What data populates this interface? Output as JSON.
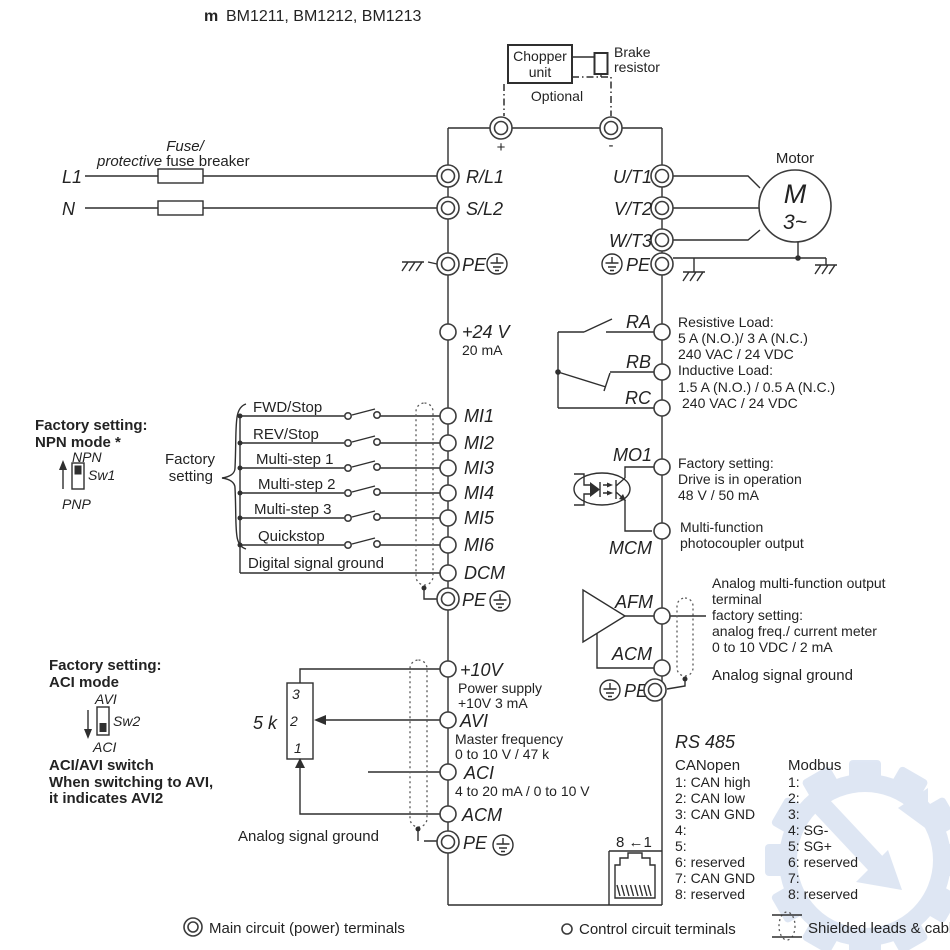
{
  "title": {
    "logo": "m",
    "models": "BM1211, BM1212, BM1213"
  },
  "optional_unit": {
    "chopper_line1": "Chopper",
    "chopper_line2": "unit",
    "brake_line1": "Brake",
    "brake_line2": "resistor",
    "optional": "Optional",
    "dc_plus": "+",
    "dc_minus": "-"
  },
  "mains": {
    "l1": "L1",
    "n": "N",
    "fuse_line1": "Fuse/",
    "fuse_italic": "protective",
    "fuse_rest": " fuse breaker"
  },
  "drive": {
    "r_l1": "R/L1",
    "s_l2": "S/L2",
    "pe_left": "PE",
    "u_t1": "U/T1",
    "v_t2": "V/T2",
    "w_t3": "W/T3",
    "pe_right": "PE",
    "p24v": "+24 V",
    "p24v_current": "20 mA",
    "dcm": "DCM",
    "pe_mid": "PE",
    "p10v": "+10V",
    "avi": "AVI",
    "aci": "ACI",
    "acm": "ACM",
    "pe_analog": "PE",
    "ra": "RA",
    "rb": "RB",
    "rc": "RC",
    "mo1": "MO1",
    "mcm": "MCM",
    "afm": "AFM",
    "acm_out": "ACM",
    "pe_out": "PE"
  },
  "motor": {
    "label": "Motor",
    "m": "M",
    "phase": "3~"
  },
  "digital_inputs": {
    "rows": [
      {
        "label": "FWD/Stop",
        "terminal": "MI1"
      },
      {
        "label": "REV/Stop",
        "terminal": "MI2"
      },
      {
        "label": "Multi-step 1",
        "terminal": "MI3"
      },
      {
        "label": "Multi-step 2",
        "terminal": "MI4"
      },
      {
        "label": "Multi-step 3",
        "terminal": "MI5"
      },
      {
        "label": "Quickstop",
        "terminal": "MI6"
      }
    ],
    "ground_label": "Digital signal ground",
    "brace_line1": "Factory",
    "brace_line2": "setting"
  },
  "sw1": {
    "title_line1": "Factory setting:",
    "title_line2": "NPN mode *",
    "upper": "NPN",
    "lower": "PNP",
    "name": "Sw1"
  },
  "sw2": {
    "title_line1": "Factory setting:",
    "title_line2": "ACI mode",
    "upper": "AVI",
    "lower": "ACI",
    "name": "Sw2",
    "note_line1": "ACI/AVI switch",
    "note_line2": "When switching to AVI,",
    "note_line3": "it indicates AVI2"
  },
  "relay": {
    "desc": [
      "Resistive Load:",
      "5 A (N.O.)/ 3 A (N.C.)",
      "240 VAC / 24 VDC",
      "Inductive Load:",
      "1.5 A (N.O.) / 0.5 A (N.C.)",
      "240 VAC / 24 VDC"
    ]
  },
  "mo1_block": {
    "desc": [
      "Factory setting:",
      "Drive is in operation",
      "48 V / 50 mA"
    ],
    "mcm_desc_line1": "Multi-function",
    "mcm_desc_line2": "photocoupler output"
  },
  "afm_block": {
    "desc": [
      "Analog multi-function output",
      "terminal",
      "factory setting:",
      "analog freq./ current meter",
      "0 to 10 VDC / 2 mA"
    ],
    "ground": "Analog signal ground"
  },
  "analog_inputs": {
    "p10v_desc_line1": "Power supply",
    "p10v_desc_line2": "+10V 3 mA",
    "avi_desc_line1": "Master frequency",
    "avi_desc_line2": "0 to 10 V / 47 k",
    "aci_desc": "4 to 20 mA / 0 to 10 V",
    "ground": "Analog signal ground",
    "pot": {
      "pin3": "3",
      "pin2": "2",
      "pin1": "1",
      "value": "5 k"
    }
  },
  "rs485": {
    "title": "RS 485",
    "canopen_header": "CANopen",
    "modbus_header": "Modbus",
    "canopen": [
      "1: CAN high",
      "2: CAN low",
      "3: CAN GND",
      "4:",
      "5:",
      "6: reserved",
      "7: CAN GND",
      "8: reserved"
    ],
    "modbus": [
      "1:",
      "2:",
      "3:",
      "4: SG-",
      "5: SG+",
      "6: reserved",
      "7:",
      "8: reserved"
    ],
    "connector_label": "8 ←1"
  },
  "legend": {
    "main": "Main circuit (power) terminals",
    "control": "Control circuit terminals",
    "shield": "Shielded leads  & cable"
  },
  "colors": {
    "line": "#2f2f2f",
    "watermark": "#bfcfe9"
  }
}
